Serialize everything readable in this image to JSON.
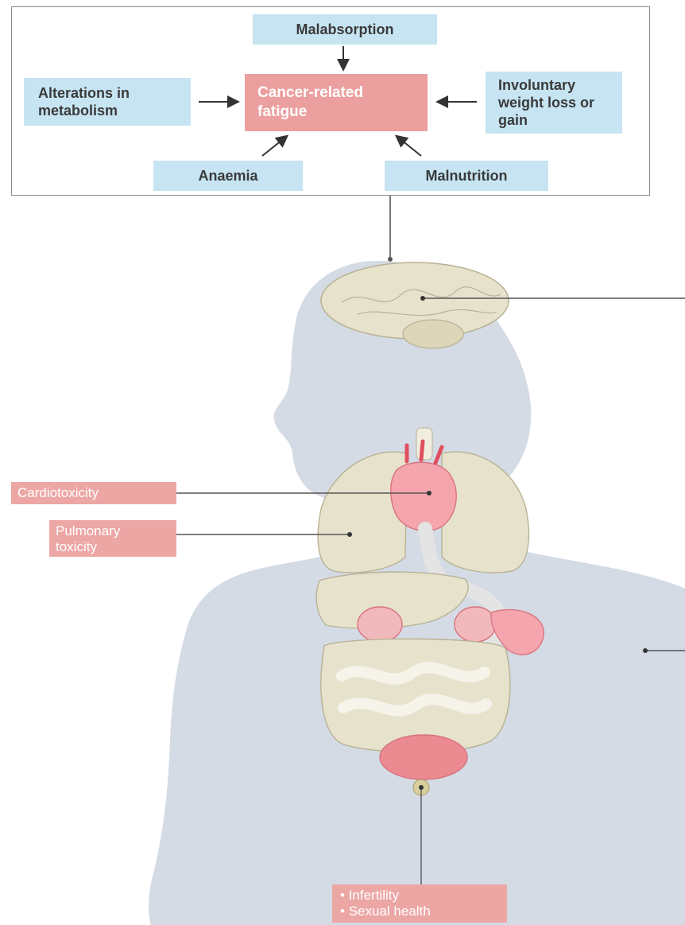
{
  "fatigue_diagram": {
    "center": "Cancer-related fatigue",
    "top": "Malabsorption",
    "left": "Alterations in metabolism",
    "right": "Involuntary weight loss or gain",
    "bottom_left": "Anaemia",
    "bottom_right": "Malnutrition"
  },
  "body_labels": {
    "cardiotoxicity": "Cardiotoxicity",
    "pulmonary": "Pulmonary toxicity",
    "infertility": "Infertility",
    "sexual_health": "Sexual health"
  },
  "colors": {
    "blue_box": "#c6e4f2",
    "pink_box": "#eb9f9e",
    "silhouette": "#d4dbe5",
    "organ": "#e7e2cc",
    "heart": "#f4a5ad"
  }
}
